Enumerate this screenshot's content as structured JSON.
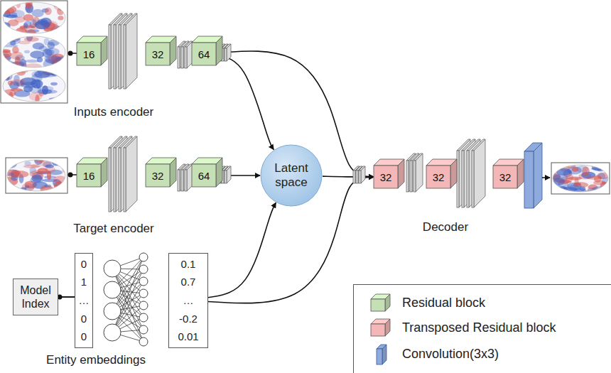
{
  "diagram": {
    "nodes": [
      {
        "text": [
          "16"
        ]
      },
      {
        "text": [
          "32"
        ]
      },
      {
        "text": [
          "64"
        ]
      },
      {
        "text": [
          "Latent space"
        ]
      },
      {
        "text": [
          "16"
        ]
      },
      {
        "text": [
          "32"
        ]
      },
      {
        "text": [
          "64"
        ]
      },
      {
        "text": [
          "32"
        ]
      },
      {
        "text": [
          "32"
        ]
      },
      {
        "text": [
          "32"
        ]
      },
      {
        "text": [
          "Model Index"
        ]
      },
      {
        "text": [
          "0",
          "1",
          "…",
          "0",
          "0"
        ]
      },
      {
        "text": [
          "0.1",
          "0.7",
          "…",
          "-0.2",
          "0.01"
        ]
      }
    ],
    "edges": [
      {
        "from": 2,
        "to": 3,
        "arrow": "to"
      },
      {
        "from": 2,
        "to": 7,
        "arrow": "to"
      },
      {
        "from": 6,
        "to": 3,
        "arrow": "to"
      },
      {
        "from": 3,
        "to": 7,
        "arrow": "to"
      },
      {
        "from": 12,
        "to": 3,
        "arrow": "to"
      },
      {
        "from": 12,
        "to": 7,
        "arrow": "to"
      },
      {
        "from": 10,
        "to": 11,
        "arrow": "none"
      }
    ],
    "labels": [
      "Inputs encoder",
      "Target encoder",
      "Decoder",
      "Entity embeddings"
    ],
    "legend": [
      {
        "text": "Residual block",
        "color": "#c5e0b4"
      },
      {
        "text": "Transposed Residual block",
        "color": "#f4b6b6"
      },
      {
        "text": "Convolution(3x3)",
        "color": "#8faadc"
      }
    ]
  }
}
